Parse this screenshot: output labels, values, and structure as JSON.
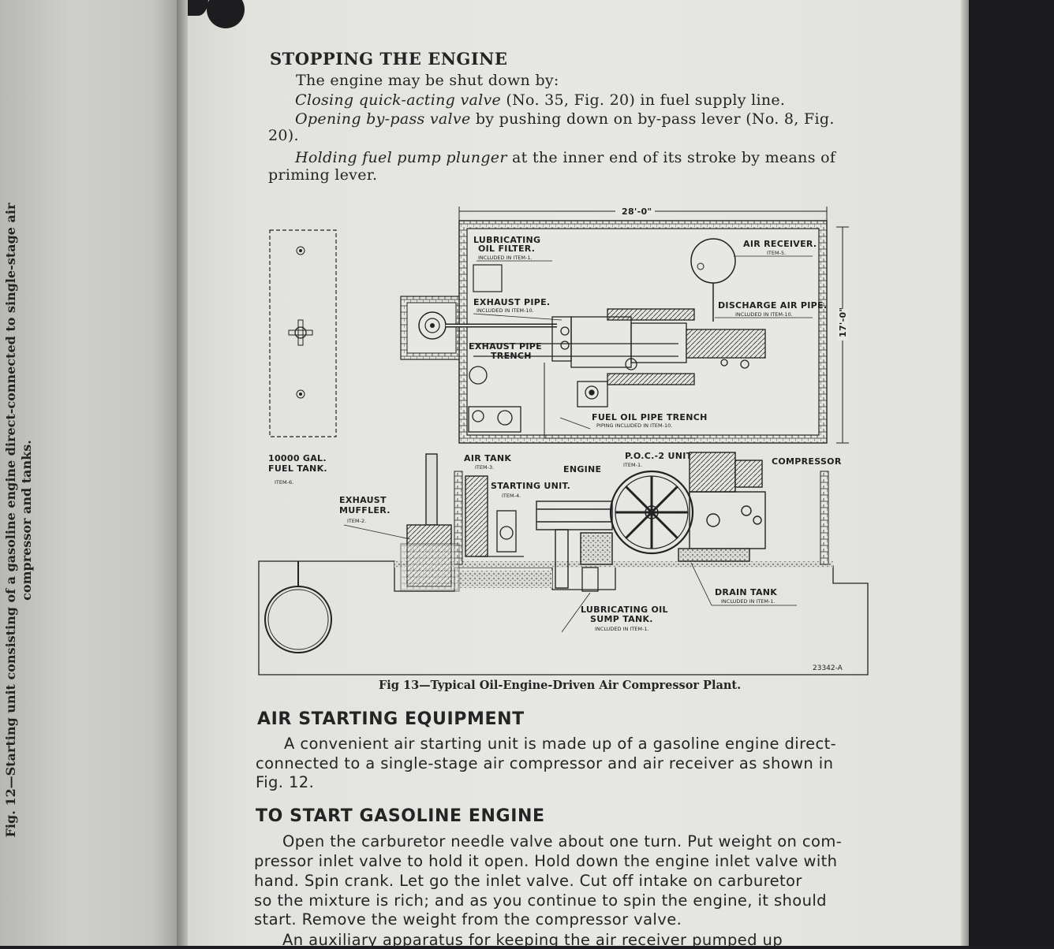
{
  "left_page": {
    "caption_line1": "Fig. 12—Starting unit consisting of a gasoline engine direct-connected to single-stage air",
    "caption_line2": "compressor and tanks."
  },
  "section_stopping": {
    "heading": "STOPPING THE ENGINE",
    "intro": "The engine may be shut down by:",
    "item1_italic": "Closing quick-acting valve",
    "item1_rest": " (No. 35, Fig. 20) in fuel supply line.",
    "item2_italic": "Opening by-pass valve",
    "item2_rest": " by pushing down on by-pass lever (No. 8, Fig.",
    "item2_cont": "20).",
    "item3_italic": "Holding fuel pump plunger",
    "item3_rest": " at the inner end of its stroke by means of",
    "item3_cont": "priming lever."
  },
  "figure": {
    "dim_width": "28'-0\"",
    "dim_height": "17'-0\"",
    "labels": {
      "lub_filter_1": "LUBRICATING",
      "lub_filter_2": "OIL FILTER.",
      "lub_filter_sub": "INCLUDED IN ITEM-1.",
      "air_receiver": "AIR RECEIVER.",
      "air_receiver_sub": "ITEM-5.",
      "exhaust_pipe": "EXHAUST PIPE.",
      "exhaust_pipe_sub": "INCLUDED IN ITEM-10.",
      "discharge_pipe": "DISCHARGE AIR PIPE.",
      "discharge_pipe_sub": "INCLUDED IN ITEM-10.",
      "exhaust_trench_1": "EXHAUST PIPE",
      "exhaust_trench_2": "TRENCH",
      "fuel_trench": "FUEL OIL PIPE TRENCH",
      "fuel_trench_sub": "PIPING INCLUDED IN ITEM-10.",
      "fuel_tank_1": "10000 GAL.",
      "fuel_tank_2": "FUEL TANK.",
      "fuel_tank_sub": "ITEM-6.",
      "air_tank": "AIR TANK",
      "air_tank_sub": "ITEM-3.",
      "engine": "ENGINE",
      "poc_unit": "P.O.C.-2 UNIT.",
      "poc_unit_sub": "ITEM-1.",
      "compressor": "COMPRESSOR",
      "starting_unit": "STARTING UNIT.",
      "starting_unit_sub": "ITEM-4.",
      "muffler_1": "EXHAUST",
      "muffler_2": "MUFFLER.",
      "muffler_sub": "ITEM-2.",
      "drain_tank": "DRAIN TANK",
      "drain_tank_sub": "INCLUDED IN ITEM-1.",
      "sump_1": "LUBRICATING OIL",
      "sump_2": "SUMP TANK.",
      "sump_sub": "INCLUDED IN ITEM-1.",
      "drawing_no": "23342-A"
    },
    "caption": "Fig 13—Typical Oil-Engine-Driven Air Compressor Plant."
  },
  "section_air_starting": {
    "heading": "AIR STARTING EQUIPMENT",
    "line1": "A convenient air starting unit is made up of a gasoline engine direct-",
    "line2": "connected to a single-stage air compressor and air receiver as shown in",
    "line3": "Fig. 12."
  },
  "section_gasoline": {
    "heading": "TO START GASOLINE ENGINE",
    "line1": "Open the carburetor needle valve about one turn. Put weight on com-",
    "line2": "pressor inlet valve to hold it open. Hold down the engine inlet valve with",
    "line3": "hand. Spin crank. Let go the inlet valve. Cut off intake on carburetor",
    "line4": "so the mixture is rich; and as you continue to spin the engine, it should",
    "line5": "start. Remove the weight from the compressor valve.",
    "line6": "An auxiliary apparatus for keeping the air receiver pumped up"
  }
}
